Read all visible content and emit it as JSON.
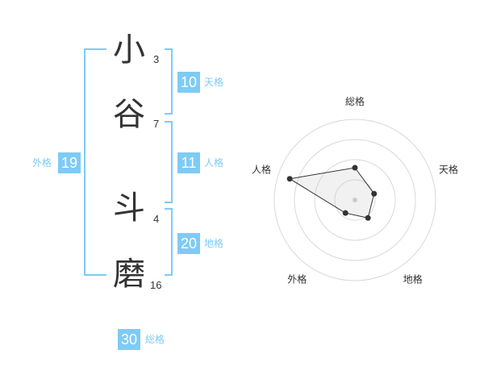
{
  "name": {
    "characters": [
      {
        "char": "小",
        "strokes": "3"
      },
      {
        "char": "谷",
        "strokes": "7"
      },
      {
        "char": "斗",
        "strokes": "4"
      },
      {
        "char": "磨",
        "strokes": "16"
      }
    ]
  },
  "fortunes": {
    "tenkaku": {
      "value": "10",
      "label": "天格"
    },
    "jinkaku": {
      "value": "11",
      "label": "人格"
    },
    "chikaku": {
      "value": "20",
      "label": "地格"
    },
    "gaikaku": {
      "value": "19",
      "label": "外格"
    },
    "soukaku": {
      "value": "30",
      "label": "総格"
    }
  },
  "colors": {
    "accent": "#7ecbf5",
    "text": "#333333"
  },
  "chart_data": {
    "type": "radar",
    "axes": [
      "総格",
      "天格",
      "地格",
      "外格",
      "人格"
    ],
    "series": [
      {
        "values": [
          1.6,
          1.0,
          1.1,
          0.8,
          3.4
        ]
      }
    ],
    "rlim": [
      0,
      4
    ],
    "grid": true
  }
}
